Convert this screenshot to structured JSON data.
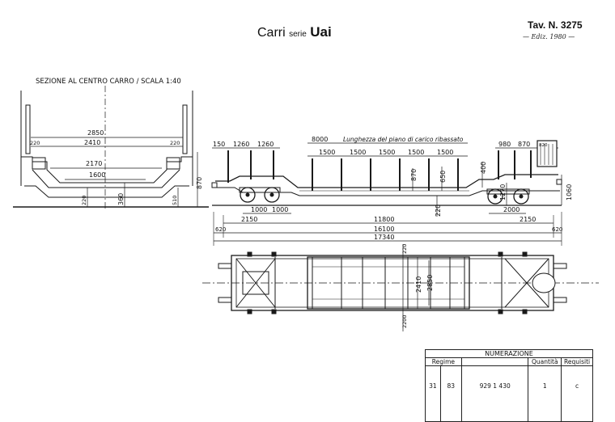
{
  "header": {
    "title_main": "Carri",
    "title_serie": "serie",
    "title_code": "Uai",
    "tav": "Tav. N. 3275",
    "ediz": "— Ediz. 1980 —"
  },
  "section": {
    "title": "SEZIONE AL CENTRO CARRO / SCALA 1:40",
    "dims": {
      "w2850": "2850",
      "w2410": "2410",
      "l220": "220",
      "r220": "220",
      "w2170": "2170",
      "w1600": "1600",
      "h870": "870",
      "h220": "220",
      "h360": "360",
      "h510": "510"
    }
  },
  "side": {
    "label_low_deck": "Lunghezza del piano di carico ribassato",
    "dims": {
      "d150": "150",
      "d1260a": "1260",
      "d1260b": "1260",
      "d8000": "8000",
      "d1500a": "1500",
      "d1500b": "1500",
      "d1500c": "1500",
      "d1500d": "1500",
      "d1500e": "1500",
      "d980": "980",
      "d870top": "870",
      "d820": "820",
      "v870": "870",
      "v650": "650",
      "v400": "400",
      "v1270": "1270",
      "v1060": "1060",
      "v220": "220",
      "d1000a": "1000",
      "d1000b": "1000",
      "d2000": "2000",
      "d2150a": "2150",
      "d2150b": "2150",
      "d11800": "11800",
      "d620a": "620",
      "d620b": "620",
      "d16100": "16100",
      "d17340": "17340"
    }
  },
  "plan": {
    "dims": {
      "t220": "220",
      "w2410": "2410",
      "w2850": "2850",
      "b2200": "2200"
    }
  },
  "numerazione": {
    "title": "NUMERAZIONE",
    "regime_label": "Regime",
    "quantita_label": "Quantità",
    "requisiti_label": "Requisiti",
    "regime_1": "31",
    "regime_2": "83",
    "number": "929 1 430",
    "quantita": "1",
    "requisiti": "c"
  }
}
